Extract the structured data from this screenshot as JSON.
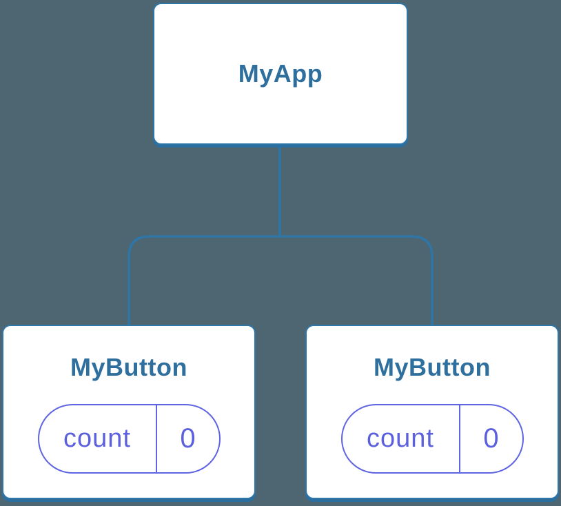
{
  "diagram": {
    "type": "component-tree",
    "background_color": "#4D6671",
    "node_fill": "#ffffff",
    "node_border_color": "#2E75A8",
    "node_title_color": "#2E6F9E",
    "connector_color": "#2E75A8",
    "state_accent_color": "#5F64E2",
    "root": {
      "label": "MyApp"
    },
    "children": [
      {
        "label": "MyButton",
        "state": {
          "key": "count",
          "value": "0"
        }
      },
      {
        "label": "MyButton",
        "state": {
          "key": "count",
          "value": "0"
        }
      }
    ]
  }
}
